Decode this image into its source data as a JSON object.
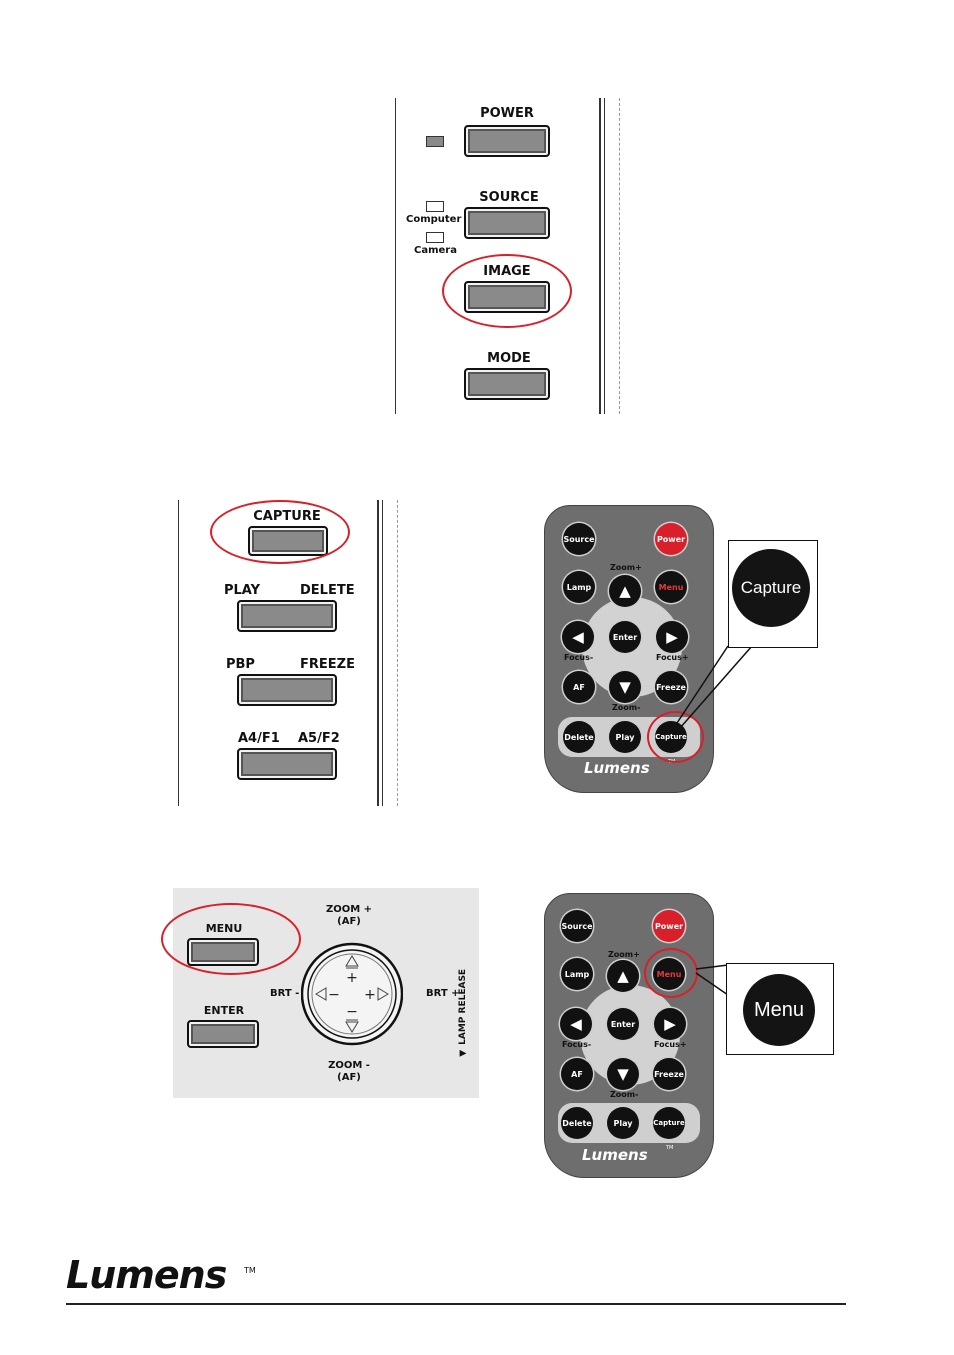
{
  "panel_top": {
    "power": "POWER",
    "source": "SOURCE",
    "computer": "Computer",
    "camera": "Camera",
    "image": "IMAGE",
    "mode": "MODE"
  },
  "panel_mid": {
    "capture": "CAPTURE",
    "play": "PLAY",
    "delete": "DELETE",
    "pbp": "PBP",
    "freeze": "FREEZE",
    "a4f1": "A4/F1",
    "a5f2": "A5/F2"
  },
  "panel_bottom": {
    "menu": "MENU",
    "enter": "ENTER",
    "zoom_plus": "ZOOM +",
    "af_top": "(AF)",
    "zoom_minus": "ZOOM -",
    "af_bottom": "(AF)",
    "brt_minus": "BRT -",
    "brt_plus": "BRT +",
    "lamp_release": "◀ LAMP RELEASE"
  },
  "remote": {
    "source": "Source",
    "power": "Power",
    "zoom_plus": "Zoom+",
    "lamp": "Lamp",
    "menu": "Menu",
    "enter": "Enter",
    "focus_minus": "Focus-",
    "focus_plus": "Focus+",
    "af": "AF",
    "freeze": "Freeze",
    "zoom_minus": "Zoom-",
    "delete": "Delete",
    "play": "Play",
    "capture": "Capture",
    "brand": "Lumens",
    "tm": "TM"
  },
  "callouts": {
    "capture": "Capture",
    "menu": "Menu"
  },
  "footer": {
    "logo": "Lumens",
    "tm": "TM"
  },
  "colors": {
    "highlight": "#d8202a",
    "remote_body": "#6e6e6e",
    "button_gray": "#8a8a8a"
  }
}
